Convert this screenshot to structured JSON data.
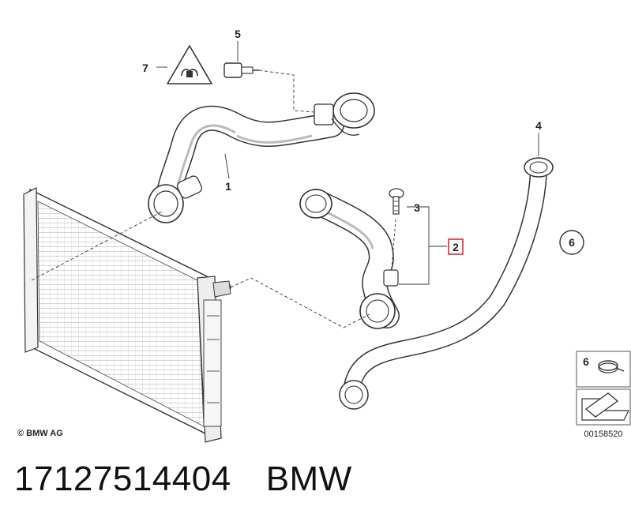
{
  "diagram": {
    "callouts": {
      "c1": "1",
      "c2": "2",
      "c3": "3",
      "c4": "4",
      "c5": "5",
      "c6": "6",
      "c7": "7",
      "c6_inset": "6"
    },
    "copyright": "© BMW AG",
    "image_code": "00158520"
  },
  "caption": {
    "part_number": "17127514404",
    "brand": "BMW"
  }
}
